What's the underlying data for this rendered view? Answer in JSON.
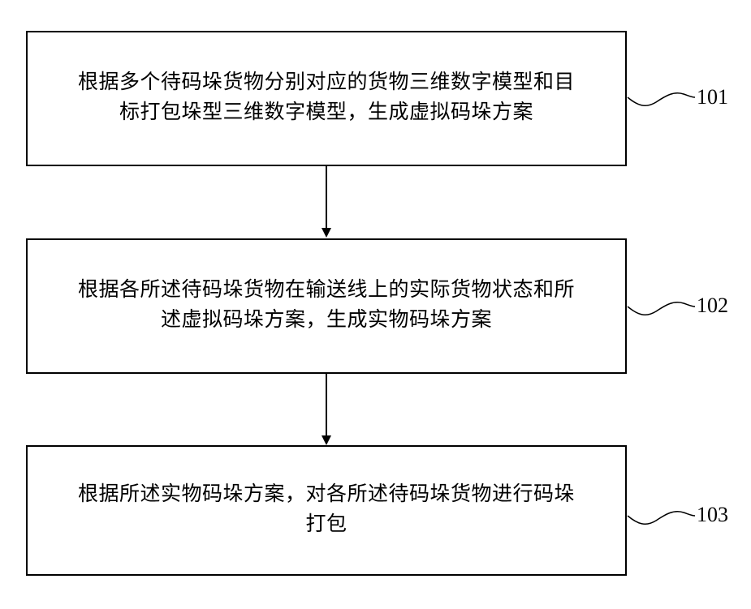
{
  "steps": [
    {
      "id": "101",
      "lines": [
        "根据多个待码垛货物分别对应的货物三维数字模型和目",
        "标打包垛型三维数字模型，生成虚拟码垛方案"
      ]
    },
    {
      "id": "102",
      "lines": [
        "根据各所述待码垛货物在输送线上的实际货物状态和所",
        "述虚拟码垛方案，生成实物码垛方案"
      ]
    },
    {
      "id": "103",
      "lines": [
        "根据所述实物码垛方案，对各所述待码垛货物进行码垛",
        "打包"
      ]
    }
  ]
}
